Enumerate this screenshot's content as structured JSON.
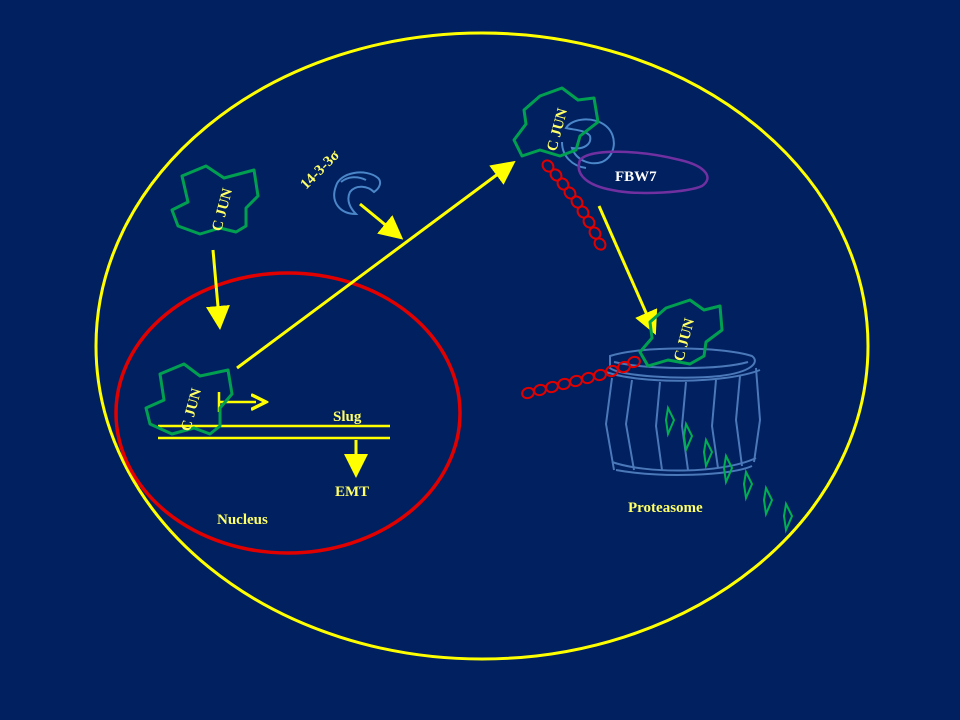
{
  "labels": {
    "cjun_cytoplasm": "C JUN",
    "cjun_nucleus": "C JUN",
    "cjun_fbw7": "C JUN",
    "cjun_proteasome": "C JUN",
    "protein_14_3_3": "14-3-3σ",
    "fbw7": "FBW7",
    "slug": "Slug",
    "emt": "EMT",
    "nucleus": "Nucleus",
    "proteasome": "Proteasome"
  },
  "colors": {
    "background": "#002060",
    "cell_membrane": "#ffff00",
    "nucleus_membrane": "#e00000",
    "cjun": "#00a050",
    "arrow": "#ffff00",
    "ubiquitin": "#e00000",
    "protein_14_3_3": "#4a86c8",
    "fbw7": "#7030a0",
    "proteasome": "#4a78b8",
    "peptides": "#00b050",
    "label_yellow": "#ffff66",
    "label_white": "#ffffff"
  }
}
